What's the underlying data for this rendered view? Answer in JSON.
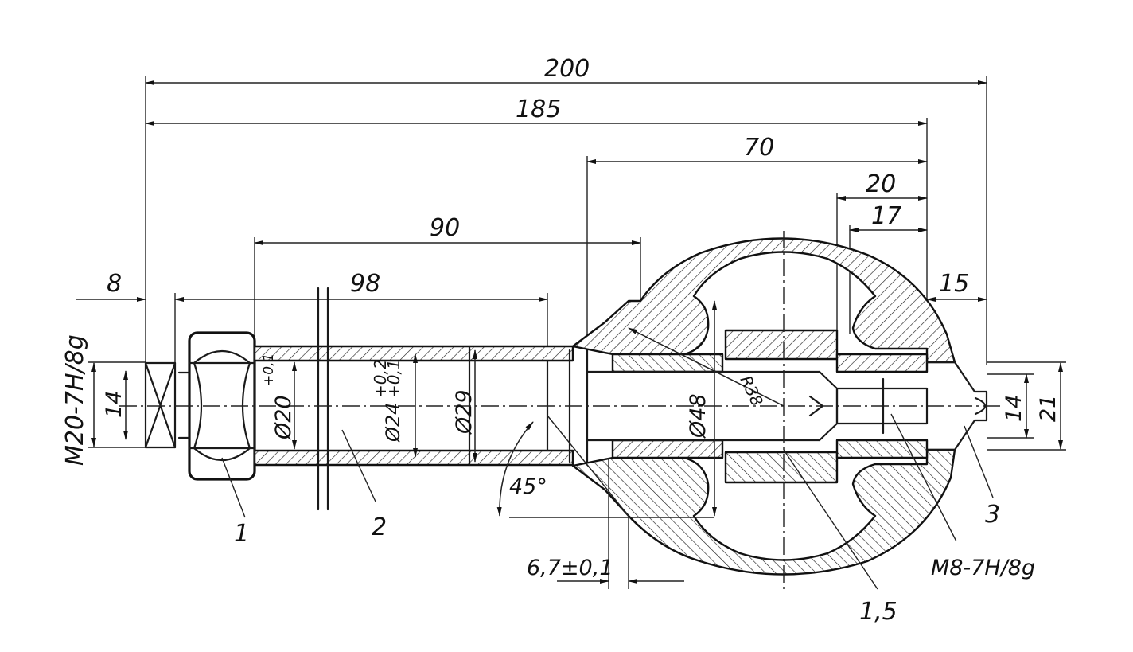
{
  "drawing": {
    "dimensions": {
      "d200": "200",
      "d185": "185",
      "d70": "70",
      "d20": "20",
      "d17": "17",
      "d90": "90",
      "d98": "98",
      "d8": "8",
      "d15": "15",
      "d14_left": "14",
      "d14_right": "14",
      "d21": "21",
      "d29": "Ø29",
      "d48": "Ø48",
      "d20_bore": "Ø20",
      "d20_bore_tol": "+0,1",
      "d24_main": "Ø24",
      "d24_tol_upper": "+0,2",
      "d24_tol_lower": "+0,1",
      "r38": "R38",
      "angle45": "45°",
      "d6_7": "6,7±0,1"
    },
    "threads": {
      "left_thread": "M20-7H/8g",
      "right_thread": "M8-7H/8g"
    },
    "part_labels": {
      "p1": "1",
      "p2": "2",
      "p3": "3",
      "p15": "1,5"
    }
  }
}
